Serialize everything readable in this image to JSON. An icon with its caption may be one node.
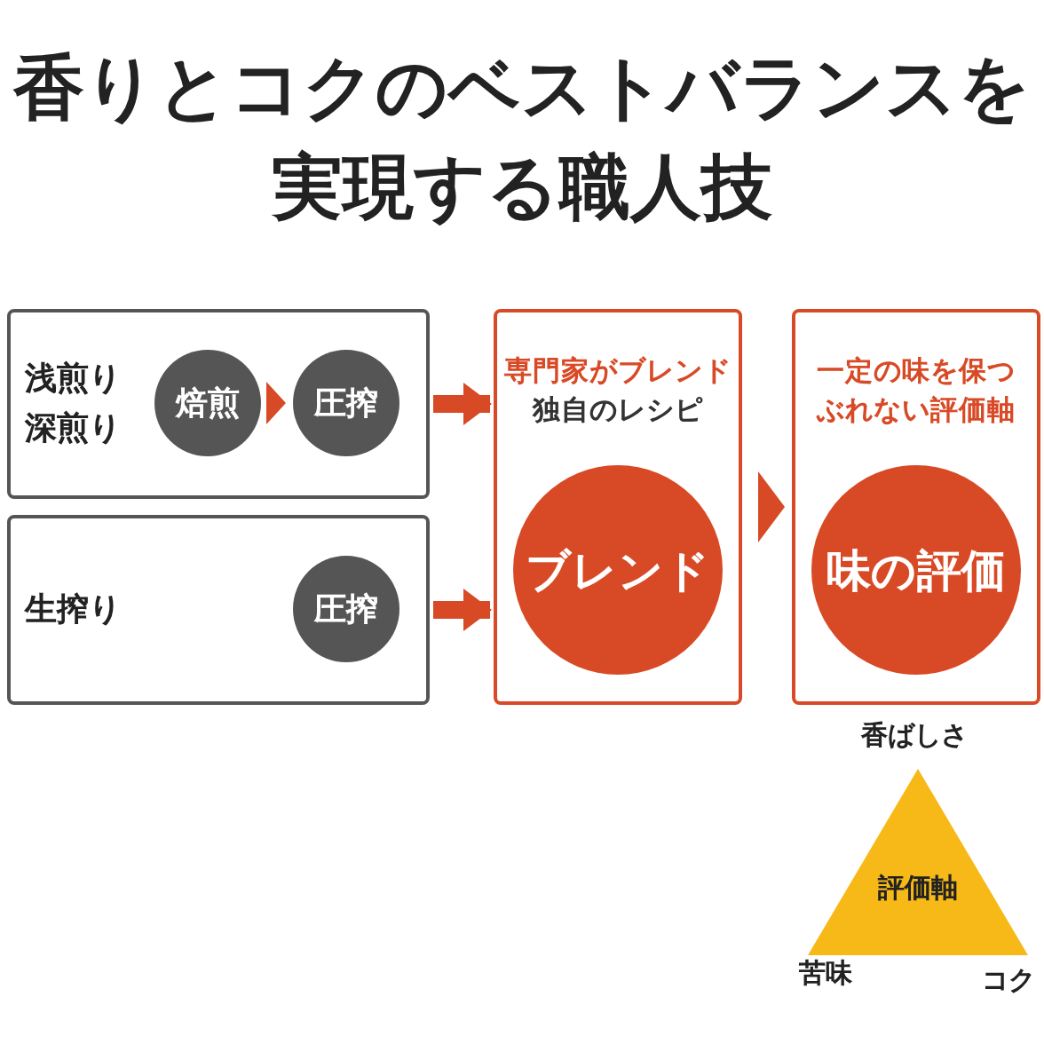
{
  "diagram": {
    "title": "香りとコクのベストバランスを実現する職人技",
    "nodes": [
      {
        "text": [
          "浅煎り深煎り"
        ]
      },
      {
        "text": [
          "焙煎"
        ],
        "in": 0
      },
      {
        "text": [
          "圧搾"
        ],
        "in": 0
      },
      {
        "text": [
          "生搾り"
        ]
      },
      {
        "text": [
          "圧搾"
        ],
        "in": 3
      },
      {
        "text": [
          "専門家がブレンド",
          "独自のレシピ"
        ]
      },
      {
        "text": [
          "ブレンド"
        ],
        "in": 5
      },
      {
        "text": [
          "一定の味を保つぶれない評価軸"
        ]
      },
      {
        "text": [
          "味の評価"
        ],
        "in": 7
      },
      {
        "text": [
          "評価軸"
        ],
        "beside": [
          "香ばしさ",
          "苦味",
          "コク"
        ]
      }
    ],
    "edges": [
      {
        "from": 1,
        "to": 2,
        "arrow": "to"
      },
      {
        "from": 0,
        "to": 5,
        "arrow": "to"
      },
      {
        "from": 3,
        "to": 5,
        "arrow": "to"
      },
      {
        "from": 5,
        "to": 7,
        "arrow": "to"
      }
    ]
  }
}
